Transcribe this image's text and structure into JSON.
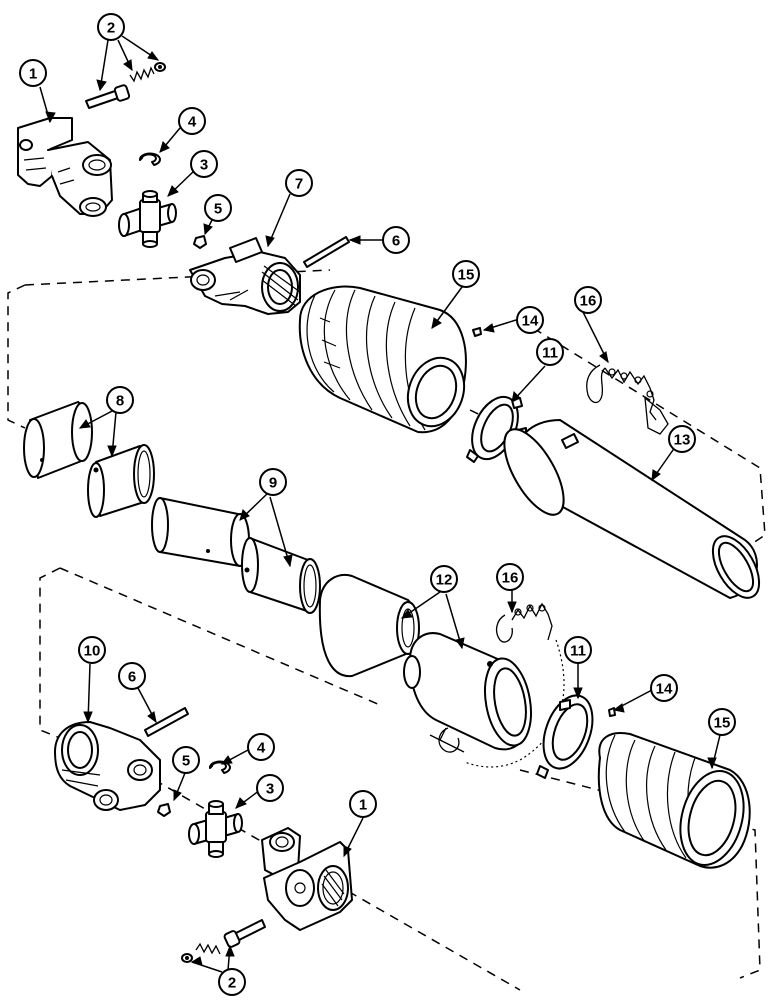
{
  "diagram": {
    "type": "exploded-parts-view",
    "callouts": [
      {
        "id": "c1-top",
        "label": "1"
      },
      {
        "id": "c2-top",
        "label": "2"
      },
      {
        "id": "c3-top",
        "label": "3"
      },
      {
        "id": "c4-top",
        "label": "4"
      },
      {
        "id": "c5-top",
        "label": "5"
      },
      {
        "id": "c6-top",
        "label": "6"
      },
      {
        "id": "c7",
        "label": "7"
      },
      {
        "id": "c8",
        "label": "8"
      },
      {
        "id": "c9",
        "label": "9"
      },
      {
        "id": "c10",
        "label": "10"
      },
      {
        "id": "c11-top",
        "label": "11"
      },
      {
        "id": "c12",
        "label": "12"
      },
      {
        "id": "c13",
        "label": "13"
      },
      {
        "id": "c14-top",
        "label": "14"
      },
      {
        "id": "c15-top",
        "label": "15"
      },
      {
        "id": "c16-top",
        "label": "16"
      },
      {
        "id": "c16-bot",
        "label": "16"
      },
      {
        "id": "c11-bot",
        "label": "11"
      },
      {
        "id": "c14-bot",
        "label": "14"
      },
      {
        "id": "c15-bot",
        "label": "15"
      },
      {
        "id": "c6-bot",
        "label": "6"
      },
      {
        "id": "c4-bot",
        "label": "4"
      },
      {
        "id": "c5-bot",
        "label": "5"
      },
      {
        "id": "c3-bot",
        "label": "3"
      },
      {
        "id": "c1-bot",
        "label": "1"
      },
      {
        "id": "c2-bot",
        "label": "2"
      }
    ]
  }
}
